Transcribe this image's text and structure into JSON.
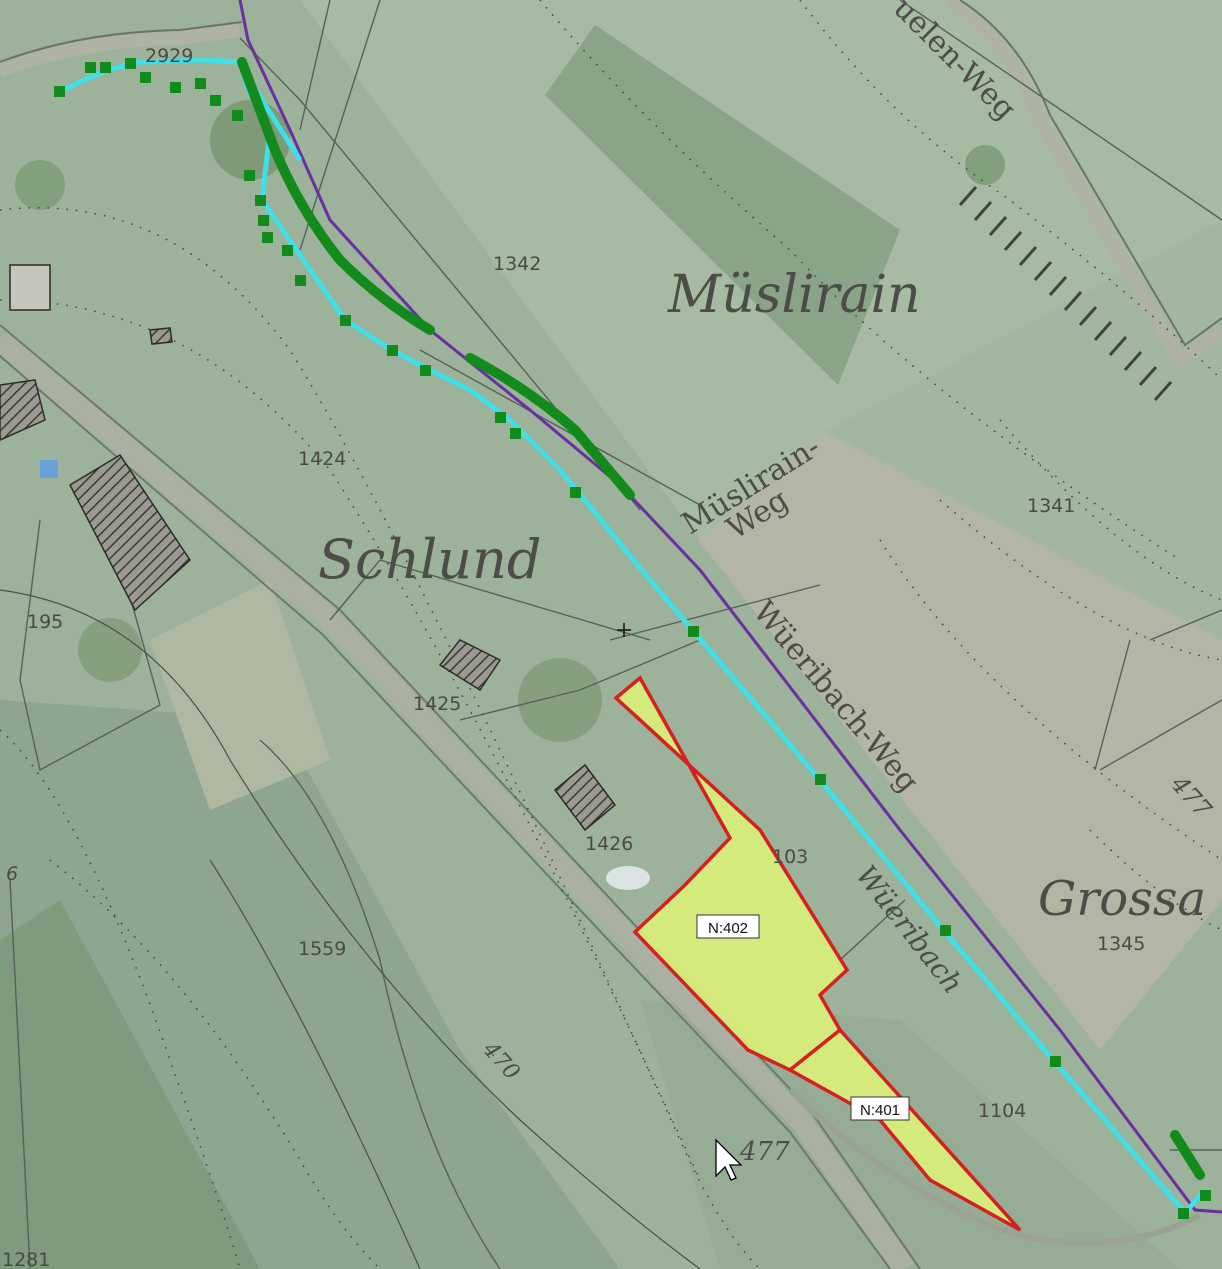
{
  "map": {
    "localities": [
      "Müslirain",
      "Schlund",
      "Grossa"
    ],
    "roads": [
      "Wüeribach-Weg",
      "Müslirain-",
      "Weg",
      "uelen-Weg"
    ],
    "stream": "Wüeribach",
    "parcel_numbers": [
      "2929",
      "1342",
      "1424",
      "1341",
      "195",
      "1425",
      "1426",
      "103",
      "1345",
      "1559",
      "1104",
      "1281",
      "6"
    ],
    "contour_elevations": [
      "470",
      "477"
    ],
    "selected_parcels": [
      "N:402",
      "N:401"
    ],
    "colors": {
      "selection_fill": "#d9ef7a",
      "selection_outline": "#d42020",
      "path_line": "#3fe0e8",
      "vertex_points": "#138a1c",
      "boundary_line": "#6a2fa0"
    }
  }
}
